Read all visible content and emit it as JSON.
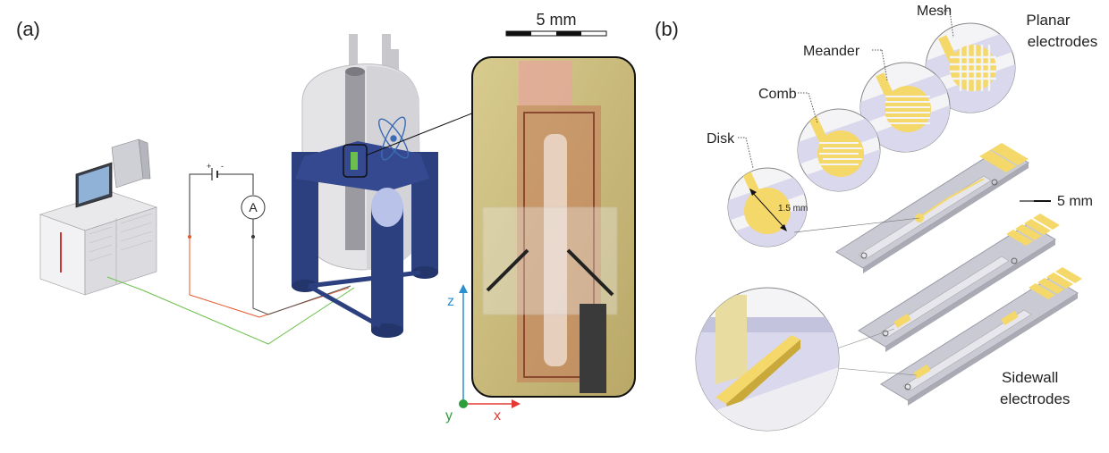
{
  "panel_a": {
    "label": "(a)",
    "scale_bar": "5 mm",
    "ammeter": "A",
    "battery_plus": "+",
    "battery_minus": "-",
    "axes": {
      "z": "z",
      "y": "y",
      "x": "x"
    },
    "colors": {
      "z_axis": "#2b8fd0",
      "x_axis": "#e53935",
      "y_axis": "#2e9e3a",
      "magnet": "#2c3f7e"
    }
  },
  "panel_b": {
    "label": "(b)",
    "planar_title_1": "Planar",
    "planar_title_2": "electrodes",
    "sidewall_title_1": "Sidewall",
    "sidewall_title_2": "electrodes",
    "electrodes": {
      "disk": "Disk",
      "comb": "Comb",
      "meander": "Meander",
      "mesh": "Mesh"
    },
    "disk_dimension": "1.5 mm",
    "scale_bar": "5 mm",
    "colors": {
      "gold": "#f5d86a",
      "chip": "#c9cad3"
    }
  }
}
